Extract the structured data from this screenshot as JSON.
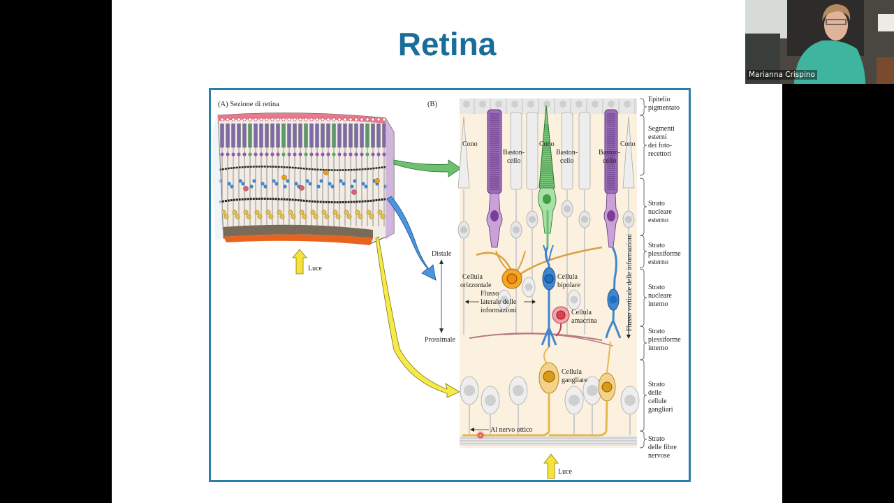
{
  "slide": {
    "title": "Retina",
    "panel_a": {
      "caption": "(A) Sezione di retina",
      "light_label": "Luce"
    },
    "panel_b": {
      "caption": "(B)",
      "cells": {
        "cone_left": "Cono",
        "rod_1": [
          "Baston-",
          "cello"
        ],
        "cone_middle": "Cono",
        "rod_2": [
          "Baston-",
          "cello"
        ],
        "rod_3": [
          "Baston-",
          "cello"
        ],
        "cone_right": "Cono",
        "horizontal": [
          "Cellula",
          "orizzontale"
        ],
        "bipolar": [
          "Cellula",
          "bipolare"
        ],
        "amacrine": [
          "Cellula",
          "amacrina"
        ],
        "ganglion": [
          "Cellula",
          "gangliare"
        ]
      },
      "lateral_flow": [
        "Flusso",
        "laterale delle",
        "informazioni"
      ],
      "vertical_flow": "Flusso verticale delle informazioni",
      "axis": {
        "top": "Distale",
        "bottom": "Prossimale"
      },
      "optic_nerve": "Al nervo ottico",
      "light_label": "Luce",
      "layers": [
        [
          "Epitelio",
          "pigmentato"
        ],
        [
          "Segmenti",
          "esterni",
          "dei foto-",
          "recettori"
        ],
        [
          "Strato",
          "nucleare",
          "esterno"
        ],
        [
          "Strato",
          "plessiforme",
          "esterno"
        ],
        [
          "Strato",
          "nucleare",
          "interno"
        ],
        [
          "Strato",
          "plessiforme",
          "interno"
        ],
        [
          "Strato",
          "delle",
          "cellule",
          "gangliari"
        ],
        [
          "Strato",
          "delle fibre",
          "nervose"
        ]
      ]
    }
  },
  "video": {
    "participant_name": "Marianna Crispino"
  },
  "colors": {
    "title": "#1a6d9a",
    "frame_border": "#2a7fa8",
    "rod": "#9b6cb8",
    "cone_green": "#6cc070",
    "bipolar": "#3f86cf",
    "horizontal": "#e8a020",
    "amacrine": "#e0606a",
    "ganglion": "#e4b850"
  }
}
